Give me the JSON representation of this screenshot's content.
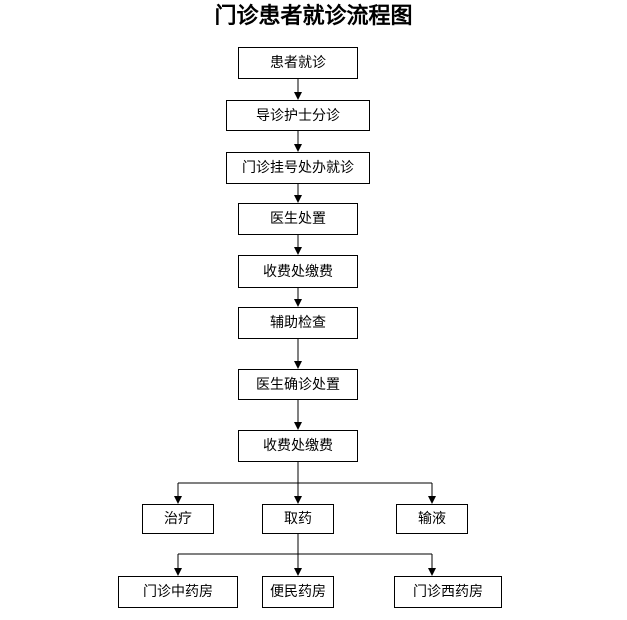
{
  "diagram": {
    "title": "门诊患者就诊流程图",
    "steps": [
      "患者就诊",
      "导诊护士分诊",
      "门诊挂号处办就诊",
      "医生处置",
      "收费处缴费",
      "辅助检查",
      "医生确诊处置",
      "收费处缴费"
    ],
    "branches": [
      "治疗",
      "取药",
      "输液"
    ],
    "pharmacies": [
      "门诊中药房",
      "便民药房",
      "门诊西药房"
    ]
  }
}
